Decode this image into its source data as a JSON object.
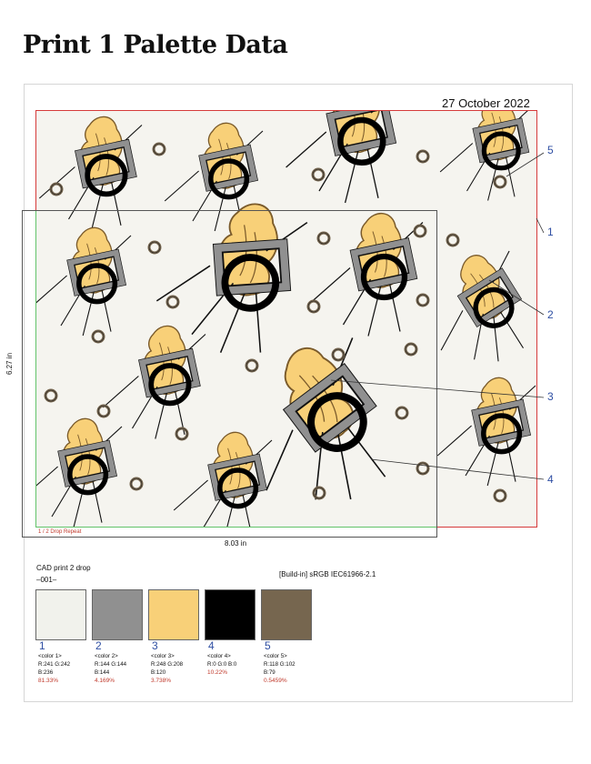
{
  "title": "Print 1 Palette Data",
  "date": "27 October 2022",
  "dimensions": {
    "height": "6.27 in",
    "width": "8.03 in"
  },
  "drop_label": "1 / 2  Drop Repeat",
  "callouts": [
    "5",
    "1",
    "2",
    "3",
    "4"
  ],
  "cad_name": "CAD print 2 drop",
  "cad_code": "–001–",
  "color_profile": "[Build-in] sRGB IEC61966-2.1",
  "palette": [
    {
      "num": "1",
      "name": "<color 1>",
      "rgb_line1": "R:241  G:242",
      "rgb_line2": "B:236",
      "percent": "81.33%",
      "hex": "#f1f2ec"
    },
    {
      "num": "2",
      "name": "<color 2>",
      "rgb_line1": "R:144  G:144",
      "rgb_line2": "B:144",
      "percent": "4.169%",
      "hex": "#909090"
    },
    {
      "num": "3",
      "name": "<color 3>",
      "rgb_line1": "R:248  G:208",
      "rgb_line2": "B:120",
      "percent": "3.738%",
      "hex": "#f8d078"
    },
    {
      "num": "4",
      "name": "<color 4>",
      "rgb_line1": "R:0  G:0   B:0",
      "rgb_line2": "",
      "percent": "10.22%",
      "hex": "#000000"
    },
    {
      "num": "5",
      "name": "<color 5>",
      "rgb_line1": "R:118  G:102",
      "rgb_line2": "B:79",
      "percent": "0.5459%",
      "hex": "#76664f"
    }
  ]
}
